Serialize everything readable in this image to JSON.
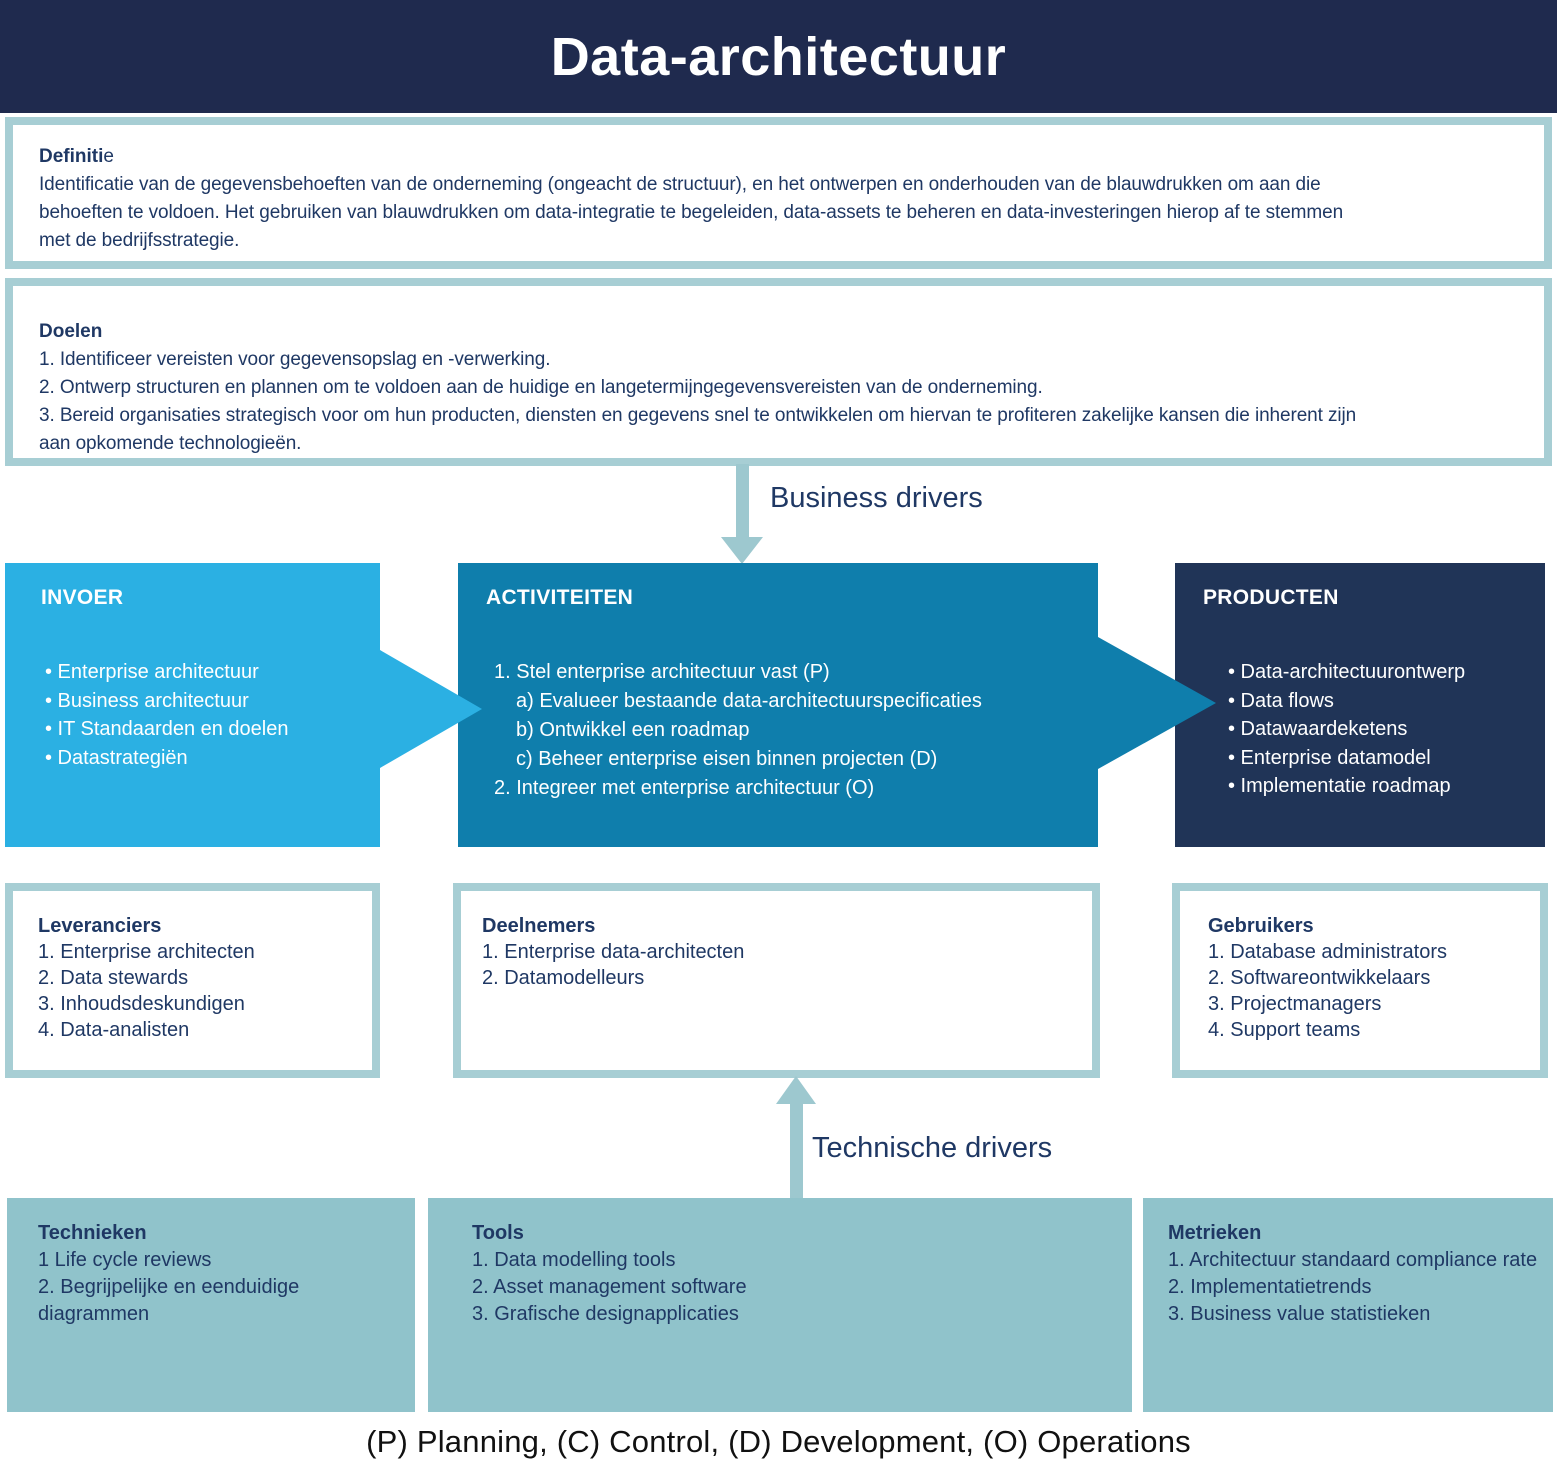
{
  "title": "Data-architectuur",
  "definitie": {
    "heading_bold": "Definiti",
    "heading_tail": "e",
    "lines": [
      "Identificatie van de gegevensbehoeften van de onderneming (ongeacht de structuur), en het ontwerpen en onderhouden van de blauwdrukken om aan die",
      "behoeften te voldoen. Het gebruiken van blauwdrukken om data-integratie te begeleiden, data-assets te beheren en data-investeringen hierop af te stemmen",
      "met de bedrijfsstrategie."
    ]
  },
  "doelen": {
    "heading": "Doelen",
    "lines": [
      "1. Identificeer vereisten voor gegevensopslag en -verwerking.",
      "2. Ontwerp structuren en plannen om te voldoen aan de huidige en langetermijngegevensvereisten van de onderneming.",
      "3. Bereid organisaties strategisch voor om hun producten, diensten en gegevens snel te ontwikkelen om hiervan te profiteren zakelijke kansen die inherent zijn",
      "aan opkomende technologieën."
    ]
  },
  "flow": {
    "business_drivers": "Business drivers",
    "technische_drivers": "Technische drivers"
  },
  "invoer": {
    "heading": "INVOER",
    "items": [
      "• Enterprise architectuur",
      "• Business architectuur",
      "• IT Standaarden en doelen",
      "• Datastrategiën"
    ]
  },
  "activiteiten": {
    "heading": "ACTIVITEITEN",
    "items": [
      {
        "text": "1. Stel enterprise architectuur vast (P)",
        "indent": 0
      },
      {
        "text": "a) Evalueer bestaande data-architectuurspecificaties",
        "indent": 1
      },
      {
        "text": "b) Ontwikkel een roadmap",
        "indent": 1
      },
      {
        "text": "c) Beheer enterprise eisen binnen projecten (D)",
        "indent": 1
      },
      {
        "text": "2. Integreer met enterprise architectuur (O)",
        "indent": 0
      }
    ]
  },
  "producten": {
    "heading": "PRODUCTEN",
    "items": [
      "• Data-architectuurontwerp",
      "• Data flows",
      "• Datawaardeketens",
      "• Enterprise datamodel",
      "• Implementatie roadmap"
    ]
  },
  "leveranciers": {
    "heading": "Leveranciers",
    "items": [
      "1. Enterprise architecten",
      "2. Data stewards",
      "3. Inhoudsdeskundigen",
      "4. Data-analisten"
    ]
  },
  "deelnemers": {
    "heading": "Deelnemers",
    "items": [
      "1. Enterprise data-architecten",
      "2. Datamodelleurs"
    ]
  },
  "gebruikers": {
    "heading": "Gebruikers",
    "items": [
      "1. Database administrators",
      "2. Softwareontwikkelaars",
      "3. Projectmanagers",
      "4. Support teams"
    ]
  },
  "technieken": {
    "heading": "Technieken",
    "items": [
      "1 Life cycle reviews",
      "2. Begrijpelijke en eenduidige diagrammen"
    ]
  },
  "tools": {
    "heading": "Tools",
    "items": [
      "1. Data modelling tools",
      "2. Asset management software",
      "3. Grafische designapplicaties"
    ]
  },
  "metrieken": {
    "heading": "Metrieken",
    "items": [
      "1. Architectuur standaard compliance rate",
      "2. Implementatietrends",
      "3. Business value statistieken"
    ]
  },
  "footer": "(P) Planning, (C) Control, (D) Development, (O) Operations",
  "colors": {
    "header_navy": "#1f2a4e",
    "producten_navy": "#203457",
    "invoer_blue": "#2bb0e3",
    "activiteiten_blue": "#0f7eac",
    "panel_border_teal": "#a7ced4",
    "arrow_teal": "#9dc8cf",
    "bottom_box_teal": "#90c3cb",
    "text_navy": "#1f3864",
    "footer_text": "#111111"
  }
}
